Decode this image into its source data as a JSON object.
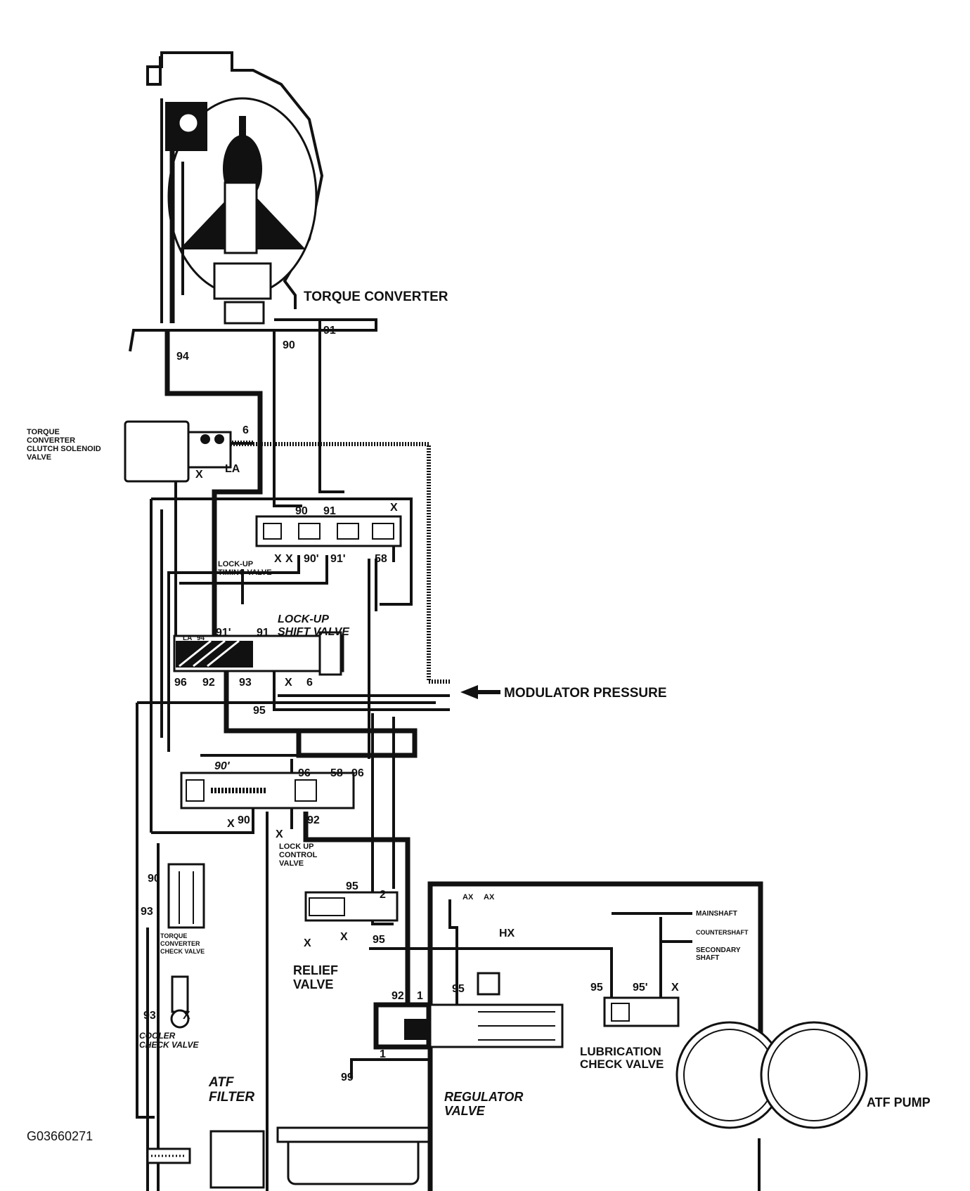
{
  "labels": {
    "torque_converter": "TORQUE CONVERTER",
    "tc_solenoid": [
      "TORQUE",
      "CONVERTER",
      "CLUTCH SOLENOID",
      "VALVE"
    ],
    "lockup_timing": [
      "LOCK-UP",
      "TIMING VALVE"
    ],
    "lockup_shift": [
      "LOCK-UP",
      "SHIFT VALVE"
    ],
    "modulator_pressure": "MODULATOR PRESSURE",
    "lockup_control": [
      "LOCK UP",
      "CONTROL",
      "VALVE"
    ],
    "tc_check": [
      "TORQUE",
      "CONVERTER",
      "CHECK VALVE"
    ],
    "relief": [
      "RELIEF",
      "VALVE"
    ],
    "cooler_check": [
      "COOLER",
      "CHECK VALVE"
    ],
    "atf_filter": [
      "ATF",
      "FILTER"
    ],
    "regulator": [
      "REGULATOR",
      "VALVE"
    ],
    "lubrication_check": [
      "LUBRICATION",
      "CHECK VALVE"
    ],
    "mainshaft": "MAINSHAFT",
    "countershaft": "COUNTERSHAFT",
    "secondary_shaft": [
      "SECONDARY",
      "SHAFT"
    ],
    "atf_pump": "ATF PUMP",
    "figure_id": "G03660271"
  },
  "ports": {
    "p94": "94",
    "p90": "90",
    "p91": "91",
    "p6": "6",
    "pLA": "LA",
    "pX": "X",
    "p90p": "90'",
    "p91p": "91'",
    "p58": "58",
    "p96": "96",
    "p92": "92",
    "p93": "93",
    "p95": "95",
    "p2": "2",
    "p1": "1",
    "p99": "99",
    "p95p": "95'",
    "pAX": "AX",
    "pHX": "HX"
  }
}
